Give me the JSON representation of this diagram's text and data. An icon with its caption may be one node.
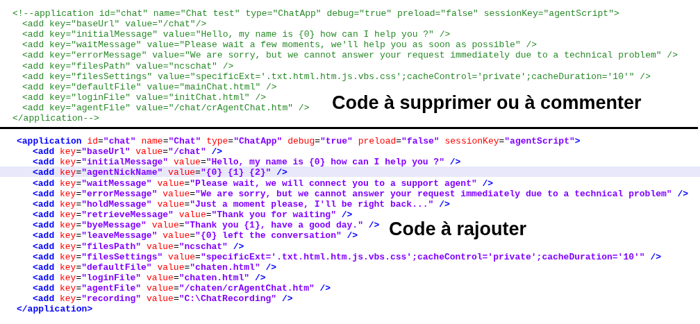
{
  "diagram": {
    "labels": [
      "<!--application id=\"chat\" name=\"Chat test\" type=\"ChatApp\" debug=\"true\" preload=\"false\" sessionKey=\"agentScript\">",
      "<add key=\"baseUrl\" value=\"/chat\"/>",
      "<add key=\"initialMessage\" value=\"Hello, my name is {0} how can I help you ?\" />",
      "<add key=\"waitMessage\" value=\"Please wait a few moments, we'll help you as soon as possible\" />",
      "<add key=\"errorMessage\" value=\"We are sorry, but we cannot answer your request immediately due to a technical problem\" />",
      "<add key=\"filesPath\" value=\"ncschat\" />",
      "<add key=\"filesSettings\" value=\"specificExt='.txt.html.htm.js.vbs.css';cacheControl='private';cacheDuration='10'\" />",
      "<add key=\"defaultFile\" value=\"mainChat.html\" />",
      "<add key=\"loginFile\" value=\"initChat.html\" />",
      "<add key=\"agentFile\" value=\"/chat/crAgentChat.htm\" />",
      "</application-->",
      "Code à supprimer ou à commenter",
      "<application id=\"chat\" name=\"Chat\" type=\"ChatApp\" debug=\"true\" preload=\"false\" sessionKey=\"agentScript\">",
      "<add key=\"baseUrl\" value=\"/chat\" />",
      "<add key=\"initialMessage\" value=\"Hello, my name is {0} how can I help you ?\" />",
      "<add key=\"agentNickName\" value=\"{0} {1} {2}\" />",
      "<add key=\"waitMessage\" value=\"Please wait, we will connect you to a support agent\" />",
      "<add key=\"errorMessage\" value=\"We are sorry, but we cannot answer your request immediately due to a technical problem\" />",
      "<add key=\"holdMessage\" value=\"Just a moment please, I'll be right back...\" />",
      "<add key=\"retrieveMessage\" value=\"Thank you for waiting\" />",
      "<add key=\"byeMessage\" value=\"Thank you {1}, have a good day.\" />",
      "<add key=\"leaveMessage\" value=\"{0} left the conversation\" />",
      "<add key=\"filesPath\" value=\"ncschat\" />",
      "<add key=\"filesSettings\" value=\"specificExt='.txt.html.htm.js.vbs.css';cacheControl='private';cacheDuration='10'\" />",
      "<add key=\"defaultFile\" value=\"chaten.html\" />",
      "<add key=\"loginFile\" value=\"chaten.html\" />",
      "<add key=\"agentFile\" value=\"/chaten/crAgentChat.htm\" />",
      "<add key=\"recording\" value=\"C:\\ChatRecording\" />",
      "</application>",
      "Code à rajouter"
    ]
  }
}
